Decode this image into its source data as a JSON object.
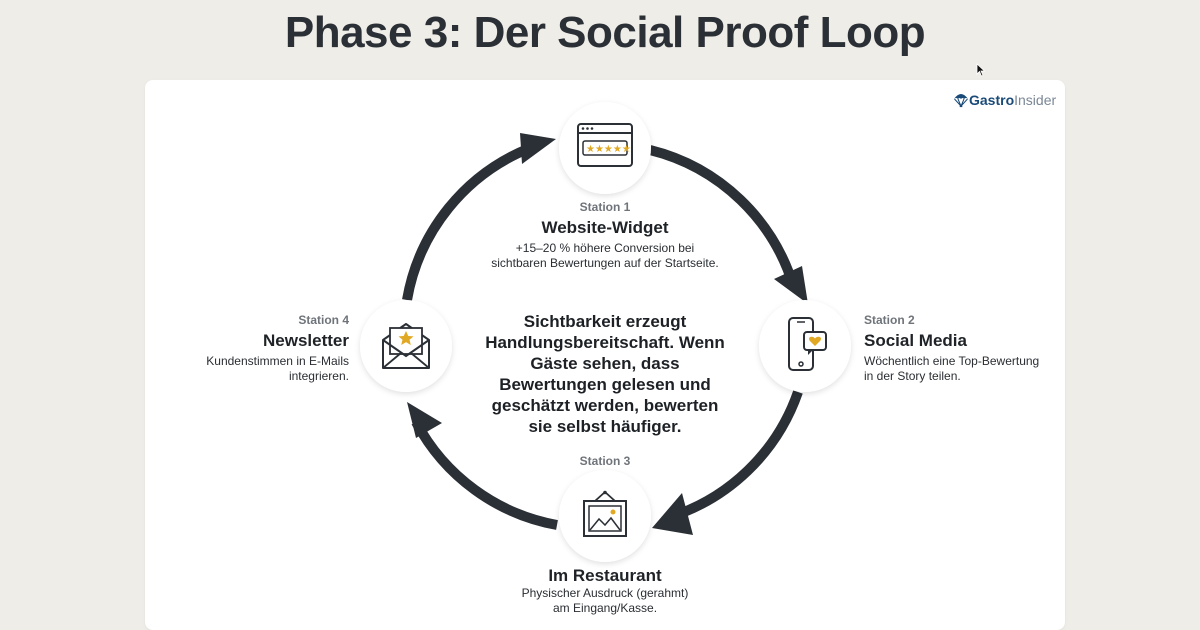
{
  "page": {
    "title": "Phase 3: Der Social Proof Loop",
    "logo": {
      "part1": "Gastro",
      "part2": "Insider",
      "icon": "parachute-icon"
    }
  },
  "center_text": "Sichtbarkeit erzeugt Handlungsbereitschaft. Wenn Gäste sehen, dass Bewertungen gelesen und geschätzt werden, bewerten sie selbst häufiger.",
  "stations": [
    {
      "label": "Station 1",
      "title": "Website-Widget",
      "desc1": "+15–20 % höhere Conversion bei",
      "desc2": "sichtbaren Bewertungen auf der Startseite.",
      "icon": "browser-stars-icon"
    },
    {
      "label": "Station 2",
      "title": "Social Media",
      "desc1": "Wöchentlich eine Top-Bewertung",
      "desc2": "in der Story teilen.",
      "icon": "smartphone-heart-icon"
    },
    {
      "label": "Station 3",
      "title": "Im Restaurant",
      "desc1": "Physischer Ausdruck (gerahmt)",
      "desc2": "am Eingang/Kasse.",
      "icon": "framed-picture-icon"
    },
    {
      "label": "Station 4",
      "title": "Newsletter",
      "desc1": "Kundenstimmen in E-Mails",
      "desc2": "integrieren.",
      "icon": "envelope-star-icon"
    }
  ],
  "colors": {
    "arrow": "#2b3036",
    "accent": "#e0a823",
    "background": "#efede8",
    "card": "#ffffff"
  }
}
